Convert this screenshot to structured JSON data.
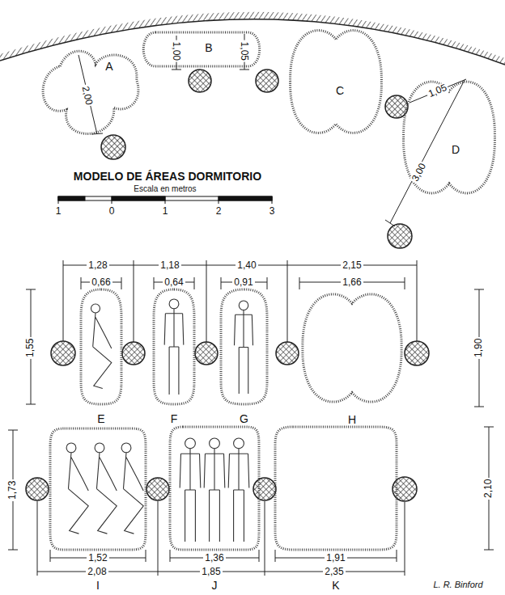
{
  "diagram": {
    "title": "MODELO DE ÁREAS DORMITORIO",
    "nodes": [
      {
        "text": [
          "A"
        ]
      },
      {
        "text": [
          "B"
        ]
      },
      {
        "text": [
          "C"
        ]
      },
      {
        "text": [
          "D"
        ]
      },
      {
        "text": [
          "E"
        ]
      },
      {
        "text": [
          "F"
        ]
      },
      {
        "text": [
          "G"
        ]
      },
      {
        "text": [
          "H"
        ]
      },
      {
        "text": [
          "I"
        ]
      },
      {
        "text": [
          "J"
        ]
      },
      {
        "text": [
          "K"
        ]
      }
    ],
    "labels": [
      "Escala en metros",
      "1",
      "0",
      "1",
      "2",
      "3",
      "2,00",
      "1,00",
      "1,05",
      "1,05",
      "3,00",
      "1,28",
      "0,66",
      "1,18",
      "0,64",
      "1,40",
      "0,91",
      "2,15",
      "1,66",
      "1,55",
      "1,90",
      "1,73",
      "2,10",
      "1,52",
      "2,08",
      "1,36",
      "1,85",
      "1,91",
      "2,35",
      "L. R. Binford"
    ]
  }
}
